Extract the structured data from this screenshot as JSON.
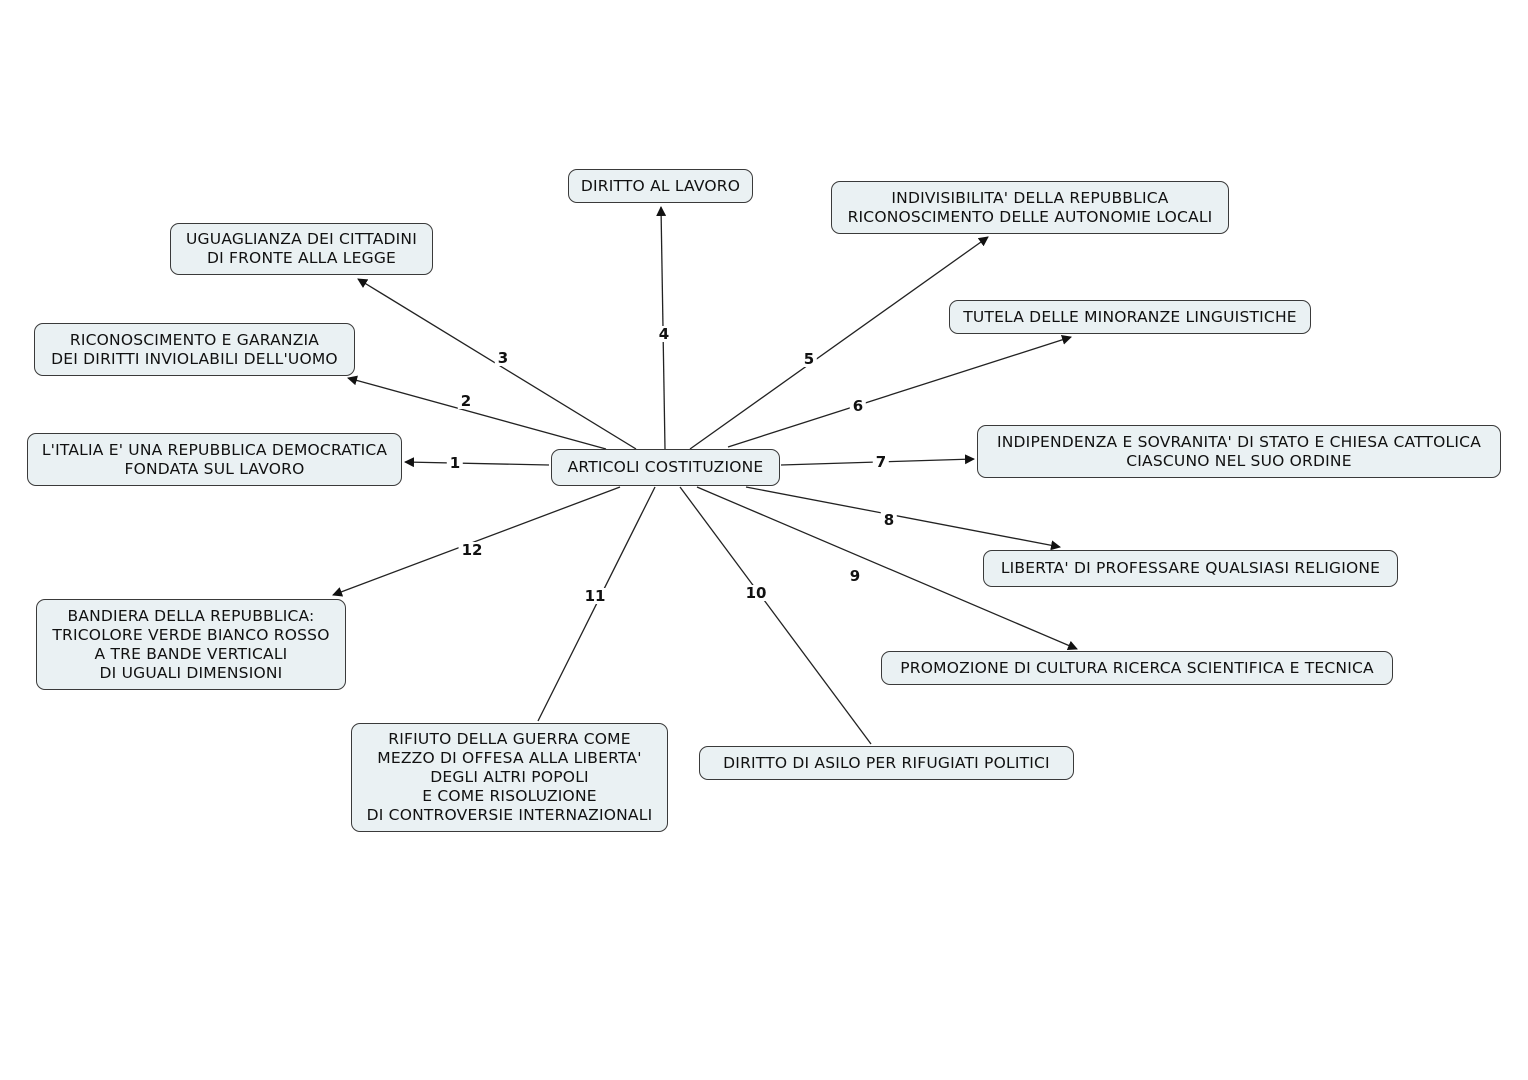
{
  "center": "ARTICOLI COSTITUZIONE",
  "articles": [
    {
      "num": "1",
      "text": "L'ITALIA E' UNA REPUBBLICA DEMOCRATICA\nFONDATA SUL LAVORO"
    },
    {
      "num": "2",
      "text": "RICONOSCIMENTO E GARANZIA\nDEI DIRITTI INVIOLABILI DELL'UOMO"
    },
    {
      "num": "3",
      "text": "UGUAGLIANZA DEI CITTADINI\nDI FRONTE ALLA LEGGE"
    },
    {
      "num": "4",
      "text": "DIRITTO AL LAVORO"
    },
    {
      "num": "5",
      "text": "INDIVISIBILITA' DELLA REPUBBLICA\nRICONOSCIMENTO  DELLE AUTONOMIE LOCALI"
    },
    {
      "num": "6",
      "text": "TUTELA DELLE MINORANZE LINGUISTICHE"
    },
    {
      "num": "7",
      "text": "INDIPENDENZA E SOVRANITA' DI STATO E CHIESA CATTOLICA\nCIASCUNO NEL SUO ORDINE"
    },
    {
      "num": "8",
      "text": "LIBERTA' DI PROFESSARE QUALSIASI RELIGIONE"
    },
    {
      "num": "9",
      "text": "PROMOZIONE DI CULTURA RICERCA SCIENTIFICA E TECNICA"
    },
    {
      "num": "10",
      "text": "DIRITTO DI ASILO  PER RIFUGIATI POLITICI"
    },
    {
      "num": "11",
      "text": "RIFIUTO DELLA GUERRA COME\nMEZZO DI OFFESA ALLA LIBERTA'\nDEGLI ALTRI POPOLI\nE COME RISOLUZIONE\nDI CONTROVERSIE INTERNAZIONALI"
    },
    {
      "num": "12",
      "text": "BANDIERA DELLA REPUBBLICA:\nTRICOLORE VERDE BIANCO ROSSO\nA TRE BANDE VERTICALI\nDI UGUALI DIMENSIONI"
    }
  ]
}
